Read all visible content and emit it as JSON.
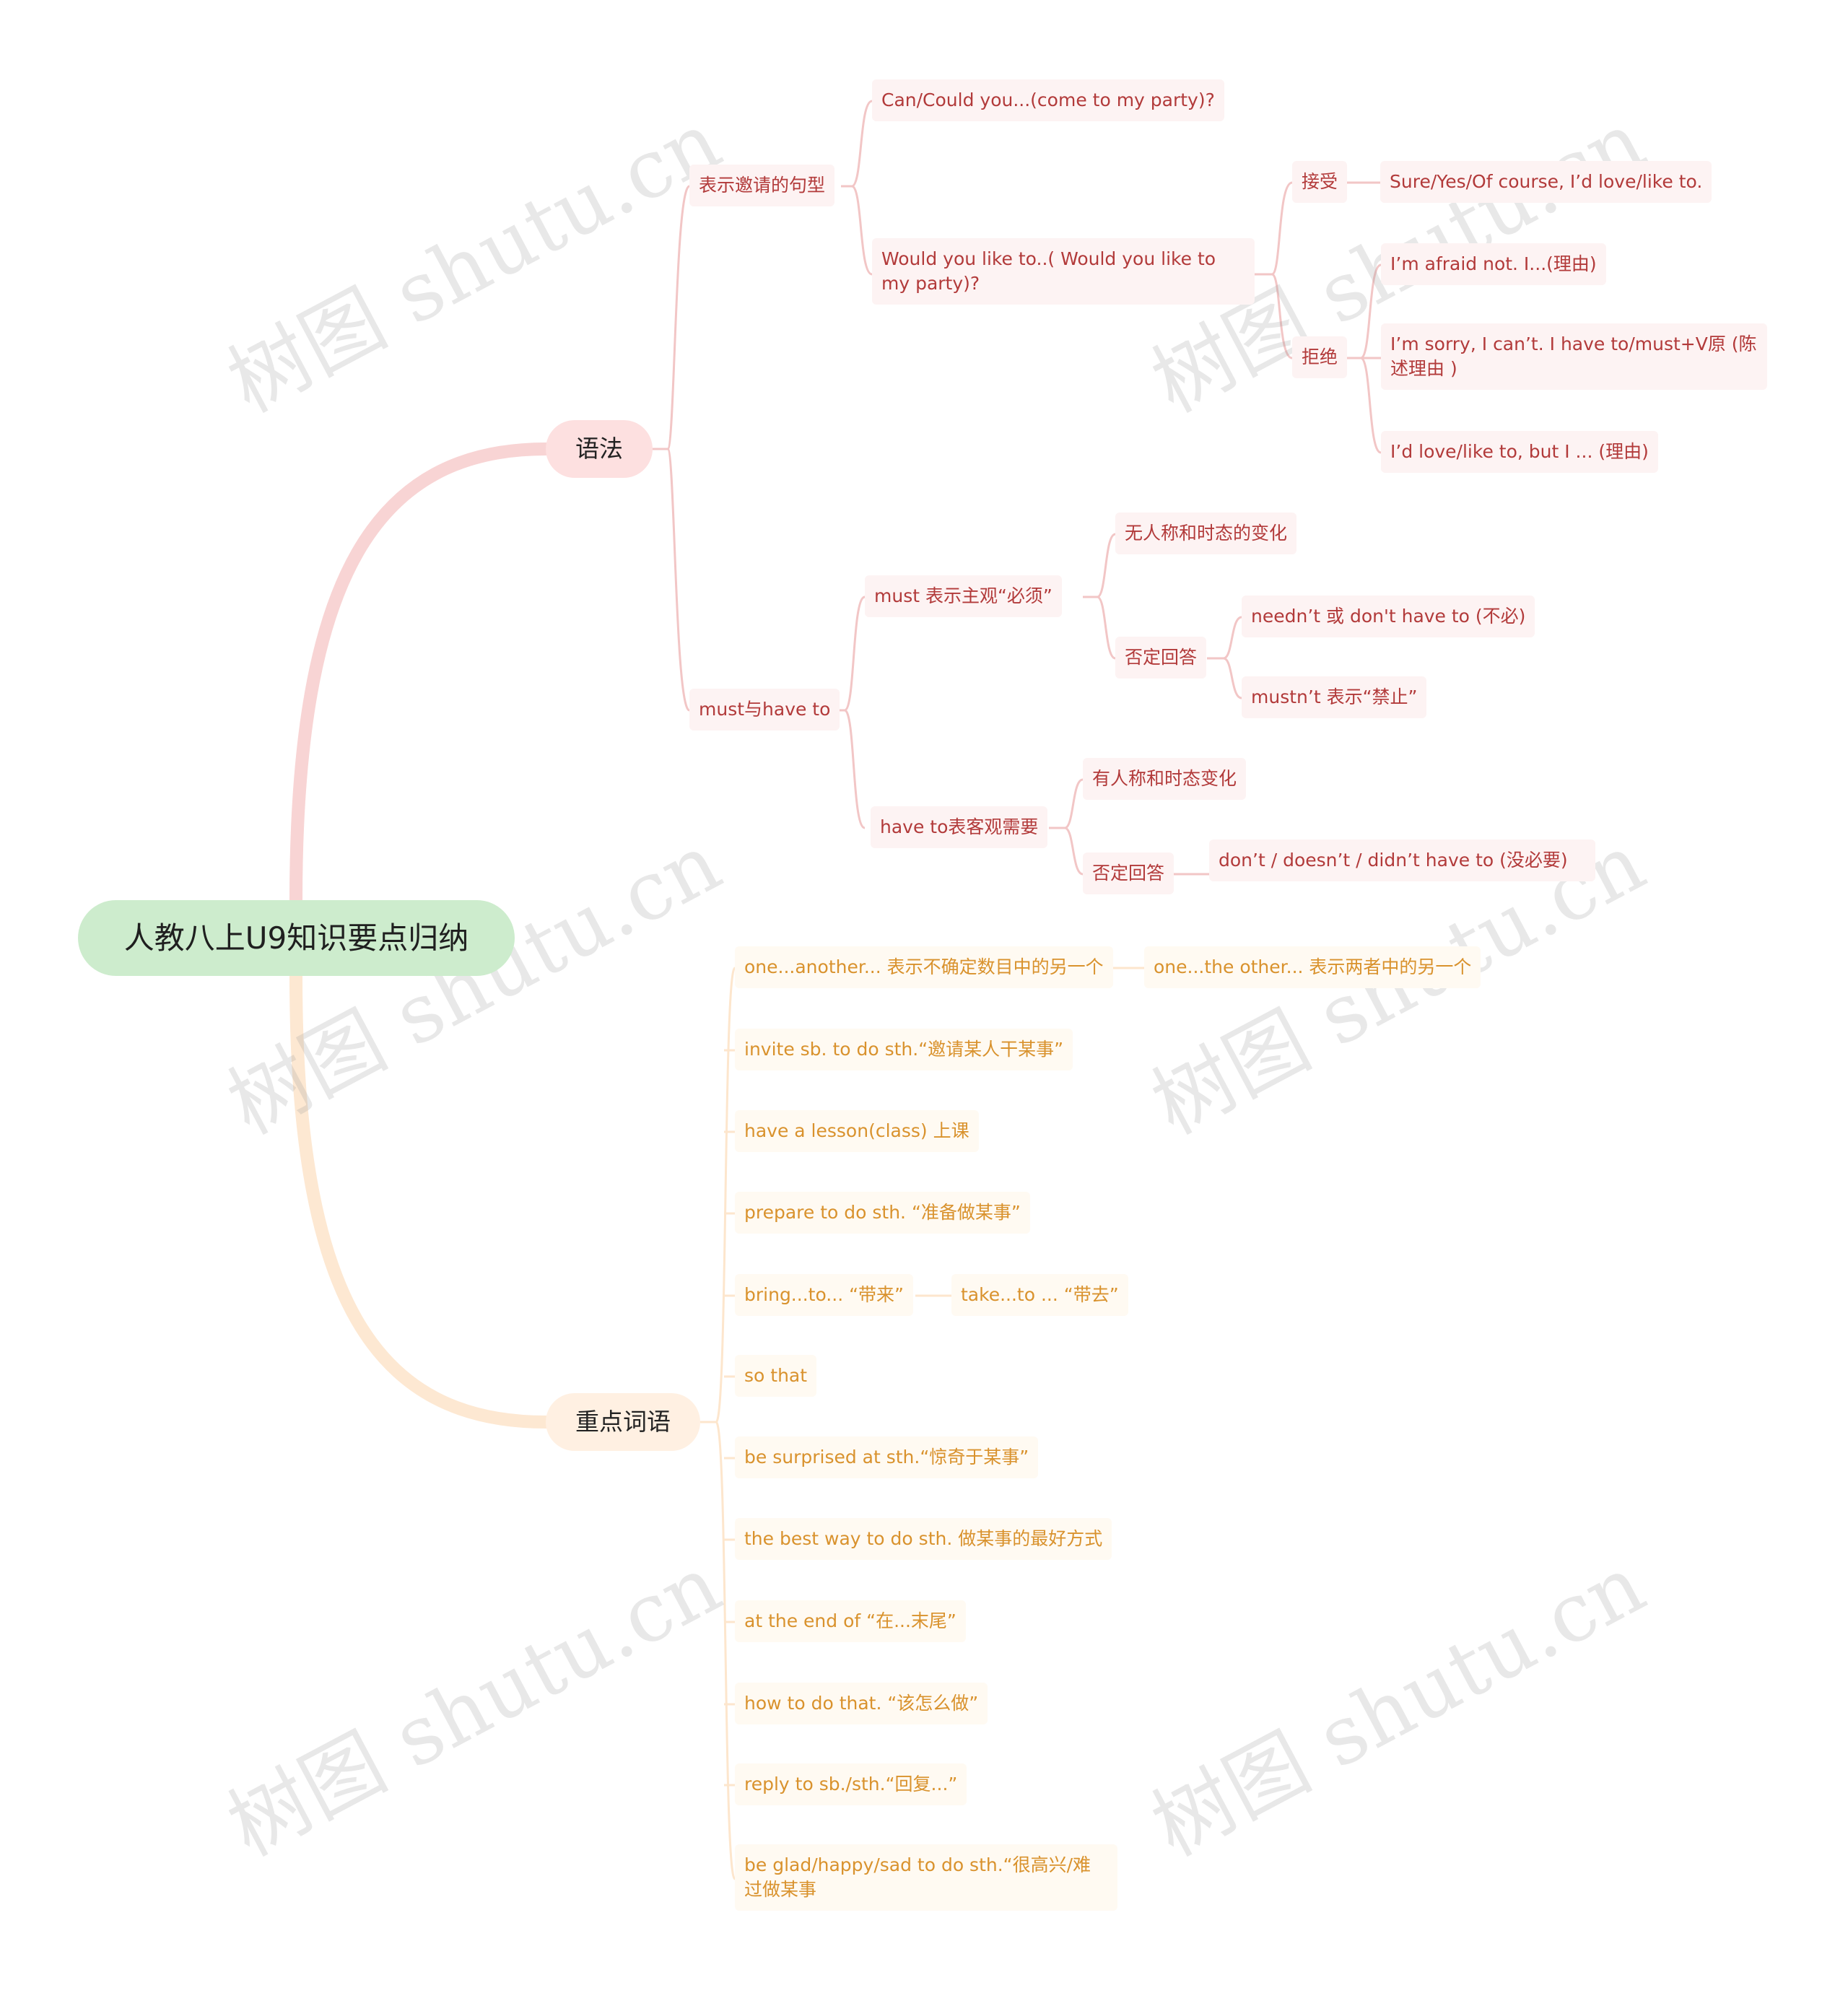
{
  "root": "人教八上U9知识要点归纳",
  "branches": {
    "grammar": {
      "label": "语法",
      "invite": {
        "label": "表示邀请的句型",
        "can_could": "Can/Could you...(come to my party)?",
        "would_like": "Would you like to..( Would you like to my party)?",
        "accept": {
          "label": "接受",
          "reply": "Sure/Yes/Of course, I’d love/like to."
        },
        "refuse": {
          "label": "拒绝",
          "items": [
            "I’m afraid not. I...(理由)",
            "I’m sorry, I can’t. I have to/must+V原 (陈述理由 )",
            "I’d love/like to, but I ... (理由)"
          ]
        }
      },
      "must_have": {
        "label": "must与have to",
        "must": {
          "label": "must 表示主观“必须”",
          "no_change": "无人称和时态的变化",
          "negative": {
            "label": "否定回答",
            "items": [
              "needn’t 或 don't have to (不必)",
              "mustn’t 表示“禁止”"
            ]
          }
        },
        "have_to": {
          "label": "have to表客观需要",
          "change": "有人称和时态变化",
          "negative": {
            "label": "否定回答",
            "item": "don’t / doesn’t / didn’t have to (没必要)"
          }
        }
      }
    },
    "vocab": {
      "label": "重点词语",
      "items": [
        "one...another... 表示不确定数目中的另一个",
        "invite sb. to do sth.“邀请某人干某事”",
        "have a lesson(class) 上课",
        "prepare to do sth. “准备做某事”",
        "bring...to... “带来”",
        "so that",
        "be surprised at sth.“惊奇于某事”",
        "the best way to do sth. 做某事的最好方式",
        "at the end of “在...末尾”",
        "how to do that. “该怎么做”",
        "reply to sb./sth.“回复...”",
        "be glad/happy/sad to do sth.“很高兴/难过做某事"
      ],
      "one_other": "one...the other... 表示两者中的另一个",
      "take_to": "take...to ... “带去”"
    }
  },
  "watermark": "树图 shutu.cn",
  "colors": {
    "root_bg": "#cdeccd",
    "grammar": "#b23a3a",
    "vocab": "#d9922d"
  }
}
